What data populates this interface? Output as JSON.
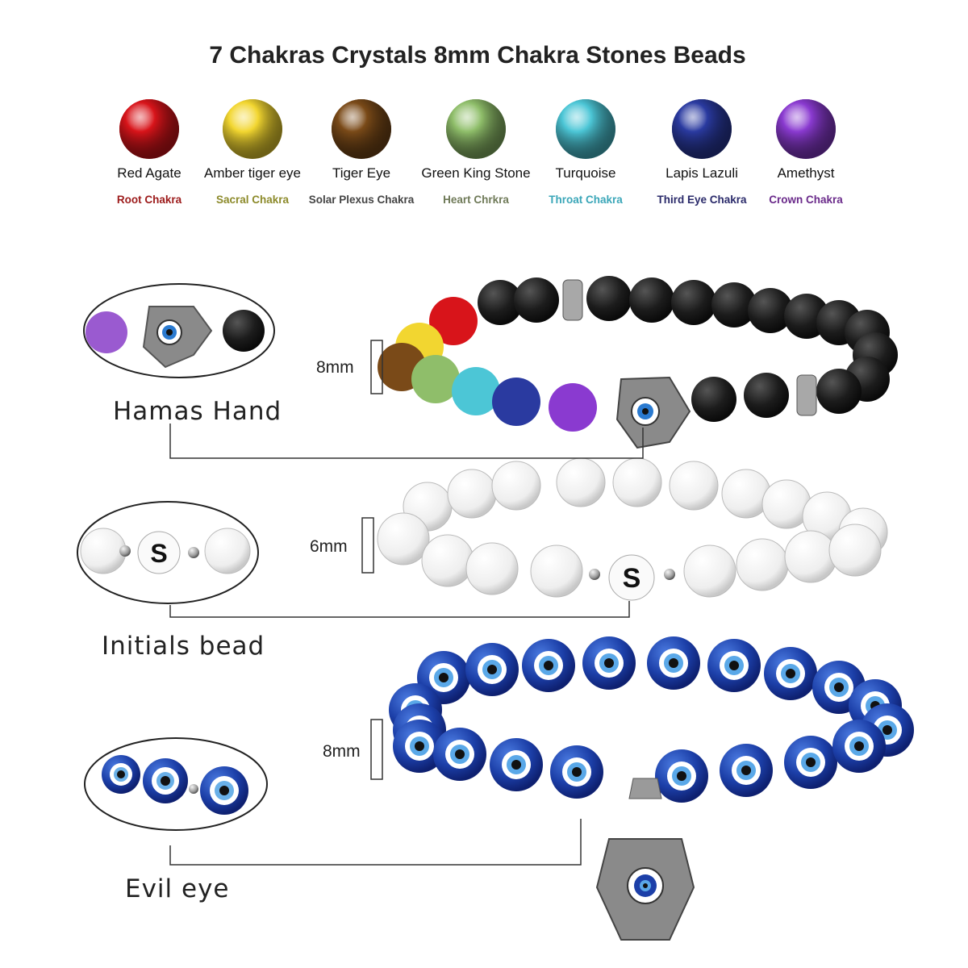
{
  "title": "7 Chakras Crystals 8mm Chakra Stones Beads",
  "stones": [
    {
      "name": "Red Agate",
      "chakra": "Root Chakra",
      "stone_color": "#d8141a",
      "label_color": "#9c1a1a"
    },
    {
      "name": "Amber tiger eye",
      "chakra": "Sacral Chakra",
      "stone_color": "#f2d630",
      "label_color": "#8c8a2a"
    },
    {
      "name": "Tiger Eye",
      "chakra": "Solar Plexus Chakra",
      "stone_color": "#7a4a18",
      "label_color": "#444444"
    },
    {
      "name": "Green King Stone",
      "chakra": "Heart Chrkra",
      "stone_color": "#8fbe6a",
      "label_color": "#6f7a58"
    },
    {
      "name": "Turquoise",
      "chakra": "Throat Chakra",
      "stone_color": "#4cc6d6",
      "label_color": "#3aa6b8"
    },
    {
      "name": "Lapis Lazuli",
      "chakra": "Third Eye Chakra",
      "stone_color": "#2a3aa0",
      "label_color": "#2a2a6a"
    },
    {
      "name": "Amethyst",
      "chakra": "Crown Chakra",
      "stone_color": "#8a3ad0",
      "label_color": "#6a2a8a"
    }
  ],
  "bracelets": [
    {
      "label": "Hamas Hand",
      "size": "8mm"
    },
    {
      "label": "Initials bead",
      "size": "6mm",
      "initial": "S"
    },
    {
      "label": "Evil eye",
      "size": "8mm"
    }
  ],
  "colors": {
    "lava": "#1c1c1c",
    "howlite": "#f2f2f2",
    "evil_eye_blue": "#1c3fa8",
    "silver": "#9a9a9a"
  }
}
